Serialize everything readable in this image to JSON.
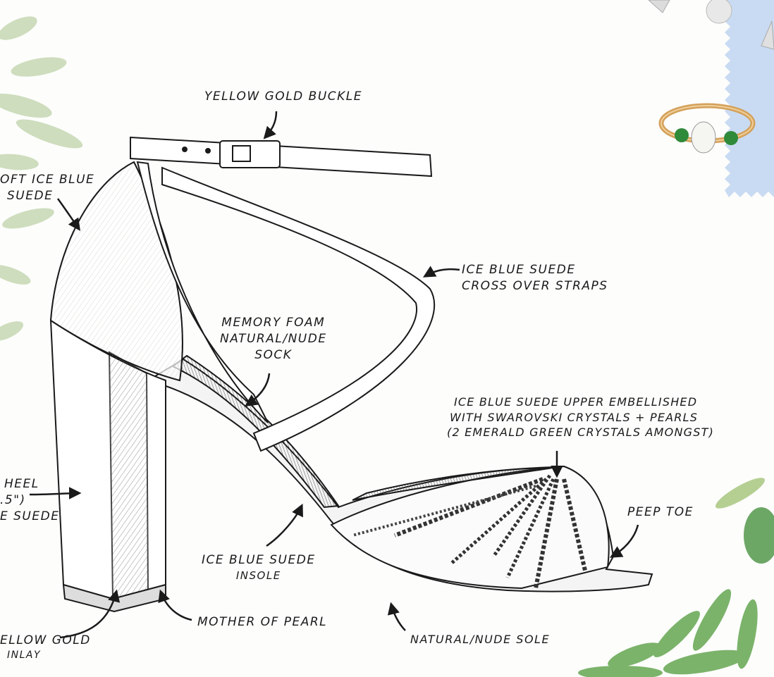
{
  "labels": {
    "buckle": "YELLOW GOLD BUCKLE",
    "heel_back_1": "OFT ICE BLUE",
    "heel_back_2": "SUEDE",
    "straps_1": "ICE BLUE SUEDE",
    "straps_2": "CROSS OVER STRAPS",
    "sock_1": "MEMORY FOAM",
    "sock_2": "NATURAL/NUDE",
    "sock_3": "SOCK",
    "upper_1": "ICE BLUE SUEDE UPPER EMBELLISHED",
    "upper_2": "WITH SWAROVSKI CRYSTALS + PEARLS",
    "upper_3": "(2 EMERALD GREEN CRYSTALS AMONGST)",
    "peep_toe": "PEEP TOE",
    "heel_1": "HEEL",
    "heel_2": ".5\")",
    "heel_3": "E SUEDE",
    "insole_1": "ICE BLUE SUEDE",
    "insole_2": "INSOLE",
    "mother_of_pearl": "MOTHER OF PEARL",
    "inlay_1": "ELLOW GOLD",
    "inlay_2": "INLAY",
    "sole": "NATURAL/NUDE SOLE"
  },
  "colors": {
    "ink": "#1a1a1a",
    "fern": "#7fa35a",
    "swatch": "#c9dbf2",
    "gold": "#d4a15a",
    "emerald": "#2f8a3a"
  },
  "icons": [
    "fern-leaves",
    "diamond-crystal",
    "engagement-ring",
    "sandal-sketch"
  ]
}
